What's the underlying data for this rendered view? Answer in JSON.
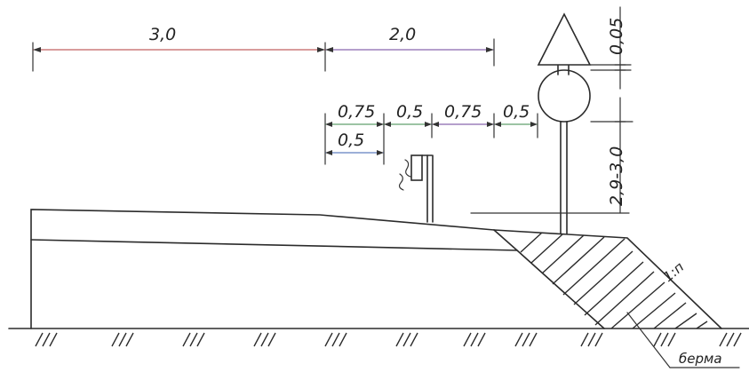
{
  "dimensions": {
    "top_left": "3,0",
    "top_right": "2,0",
    "seg_1": "0,75",
    "seg_2": "0,5",
    "seg_3": "0,75",
    "seg_4": "0,5",
    "seg_lower": "0,5",
    "vertical_small": "0,05",
    "vertical_height": "2,9-3,0"
  },
  "labels": {
    "slope": "1:п",
    "berm": "берма"
  },
  "colors": {
    "line": "#2b2b2b",
    "dim_red": "#b03a3a",
    "dim_green": "#3a8a4a",
    "dim_purple": "#6b3f9a",
    "dim_blue": "#3a5fb0"
  }
}
